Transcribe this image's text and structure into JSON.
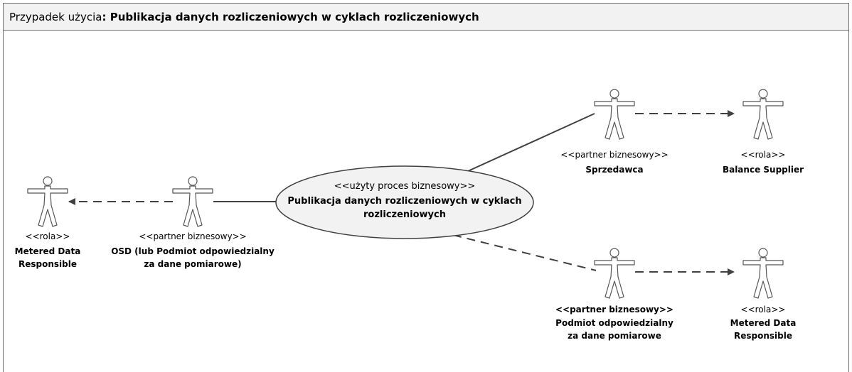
{
  "header": {
    "prefix": "Przypadek użycia",
    "title": ": Publikacja danych rozliczeniowych w cyklach rozliczeniowych"
  },
  "use_case": {
    "stereotype": "<<użyty proces biznesowy>>",
    "name_line1": "Publikacja danych rozliczeniowych w cyklach",
    "name_line2": "rozliczeniowych"
  },
  "actors": {
    "metered_left": {
      "stereotype": "<<rola>>",
      "line1": "Metered Data",
      "line2": "Responsible"
    },
    "osd": {
      "stereotype": "<<partner biznesowy>>",
      "line1": "OSD (lub Podmiot odpowiedzialny",
      "line2": "za dane pomiarowe)"
    },
    "sprzedawca": {
      "stereotype": "<<partner biznesowy>>",
      "line1": "Sprzedawca"
    },
    "balance_supplier": {
      "stereotype": "<<rola>>",
      "line1": "Balance Supplier"
    },
    "podmiot": {
      "stereotype": "<<partner biznesowy>>",
      "line1": "Podmiot odpowiedzialny",
      "line2": "za dane pomiarowe"
    },
    "metered_right": {
      "stereotype": "<<rola>>",
      "line1": "Metered Data",
      "line2": "Responsible"
    }
  }
}
